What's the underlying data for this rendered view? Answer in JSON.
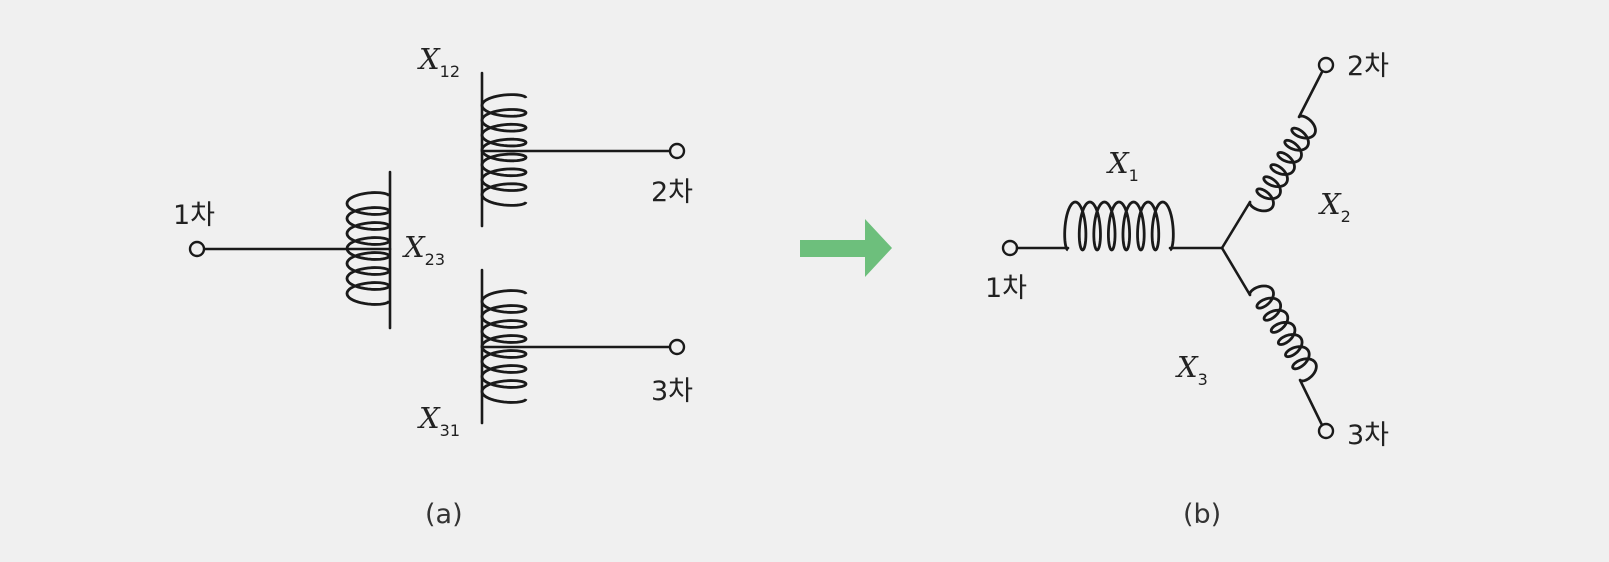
{
  "colors": {
    "background": "#f0f0f0",
    "wire": "#1a1a1a",
    "arrow": "#6dbf7c"
  },
  "icons": {
    "arrow": "right-arrow-icon"
  },
  "panel_a": {
    "caption": "(a)",
    "terminals": {
      "primary": "1차",
      "secondary": "2차",
      "tertiary": "3차"
    },
    "reactances": {
      "x12": {
        "symbol": "X",
        "subscript": "12"
      },
      "x23": {
        "symbol": "X",
        "subscript": "23"
      },
      "x31": {
        "symbol": "X",
        "subscript": "31"
      }
    }
  },
  "panel_b": {
    "caption": "(b)",
    "terminals": {
      "primary": "1차",
      "secondary": "2차",
      "tertiary": "3차"
    },
    "reactances": {
      "x1": {
        "symbol": "X",
        "subscript": "1"
      },
      "x2": {
        "symbol": "X",
        "subscript": "2"
      },
      "x3": {
        "symbol": "X",
        "subscript": "3"
      }
    }
  }
}
